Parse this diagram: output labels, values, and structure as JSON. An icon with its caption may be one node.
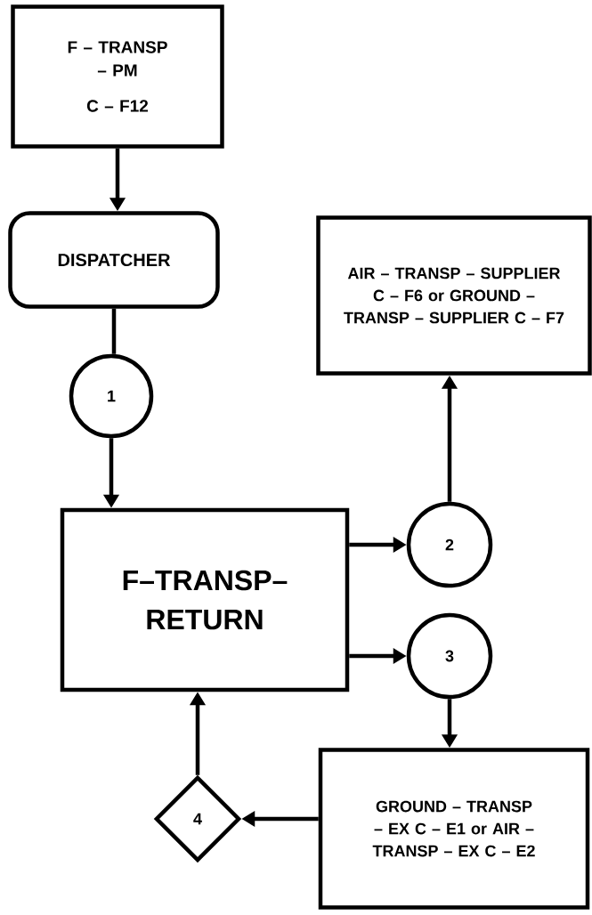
{
  "diagram": {
    "nodes": [
      {
        "text": [
          "F – TRANSP – PM",
          "C – F12"
        ]
      },
      {
        "text": [
          "DISPATCHER"
        ]
      },
      {
        "text": [
          "1"
        ]
      },
      {
        "text": [
          "AIR – TRANSP – SUPPLIER C – F6 or GROUND – TRANSP – SUPPLIER C – F7"
        ]
      },
      {
        "text": [
          "F–TRANSP– RETURN"
        ]
      },
      {
        "text": [
          "2"
        ]
      },
      {
        "text": [
          "3"
        ]
      },
      {
        "text": [
          "GROUND – TRANSP – EX C – E1 or AIR – TRANSP – EX C – E2"
        ]
      },
      {
        "text": [
          "4"
        ]
      }
    ],
    "edges": [
      {
        "from": 0,
        "to": 1,
        "arrow": "to"
      },
      {
        "from": 1,
        "to": 2,
        "arrow": "none"
      },
      {
        "from": 2,
        "to": 4,
        "arrow": "to"
      },
      {
        "from": 4,
        "to": 5,
        "arrow": "to"
      },
      {
        "from": 5,
        "to": 3,
        "arrow": "to"
      },
      {
        "from": 4,
        "to": 6,
        "arrow": "to"
      },
      {
        "from": 6,
        "to": 7,
        "arrow": "to"
      },
      {
        "from": 7,
        "to": 8,
        "arrow": "to"
      },
      {
        "from": 8,
        "to": 4,
        "arrow": "to"
      }
    ]
  }
}
